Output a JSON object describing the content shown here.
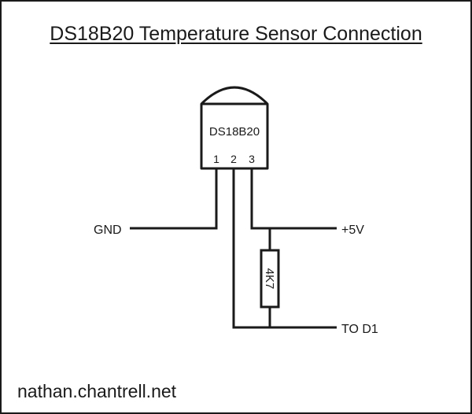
{
  "title": "DS18B20 Temperature Sensor Connection",
  "sensor": {
    "name": "DS18B20",
    "pins": [
      "1",
      "2",
      "3"
    ]
  },
  "resistor": {
    "value": "4K7"
  },
  "connections": {
    "ground": "GND",
    "supply": "+5V",
    "data": "TO D1"
  },
  "credit": "nathan.chantrell.net",
  "colors": {
    "ink": "#1a1a1a",
    "background": "#ffffff"
  }
}
